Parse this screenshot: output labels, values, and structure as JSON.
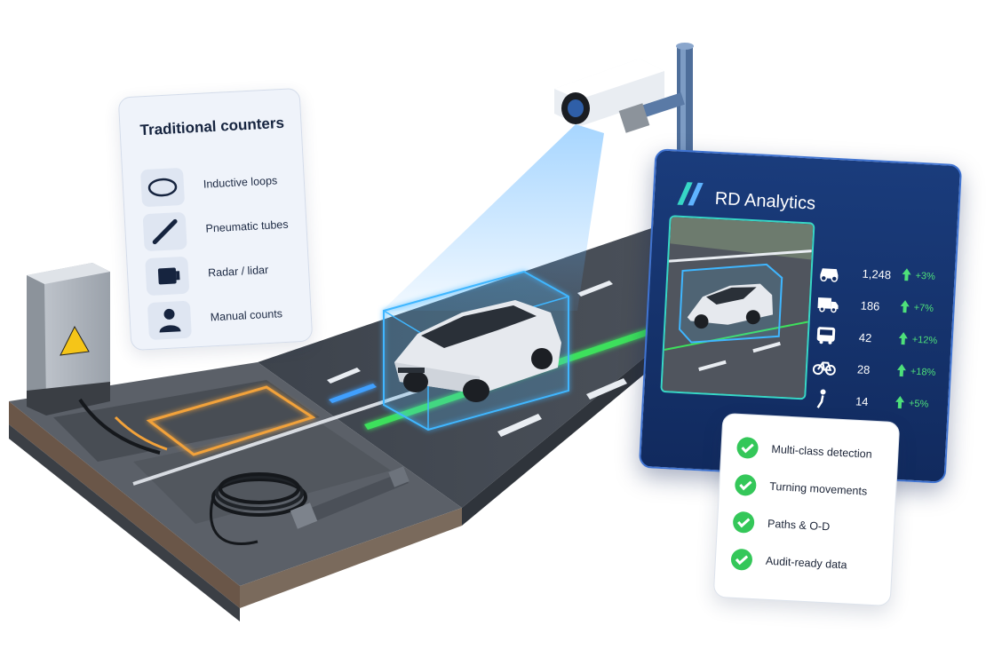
{
  "traditional": {
    "title": "Traditional counters",
    "items": [
      {
        "label": "Inductive loops",
        "icon": "loop-icon"
      },
      {
        "label": "Pneumatic tubes",
        "icon": "tube-icon"
      },
      {
        "label": "Radar / lidar",
        "icon": "radar-icon"
      },
      {
        "label": "Manual counts",
        "icon": "person-icon"
      }
    ]
  },
  "analytics": {
    "title": "RD Analytics",
    "stats": [
      {
        "icon": "car-icon",
        "value": "1,248",
        "change": "+3%"
      },
      {
        "icon": "truck-icon",
        "value": "186",
        "change": "+7%"
      },
      {
        "icon": "bus-icon",
        "value": "42",
        "change": "+12%"
      },
      {
        "icon": "bicycle-icon",
        "value": "28",
        "change": "+18%"
      },
      {
        "icon": "pedestrian-icon",
        "value": "14",
        "change": "+5%"
      }
    ]
  },
  "features": {
    "items": [
      {
        "label": "Multi-class detection",
        "icon": "check-circle-icon"
      },
      {
        "label": "Turning movements",
        "icon": "check-circle-icon"
      },
      {
        "label": "Paths & O-D",
        "icon": "check-circle-icon"
      },
      {
        "label": "Audit-ready data",
        "icon": "check-circle-icon"
      }
    ]
  },
  "colors": {
    "accent_blue": "#3f73d1",
    "detection_cyan": "#37d7c6",
    "green_line": "#4ee07a",
    "loop_orange": "#f2a23a",
    "check_green": "#34c759"
  }
}
